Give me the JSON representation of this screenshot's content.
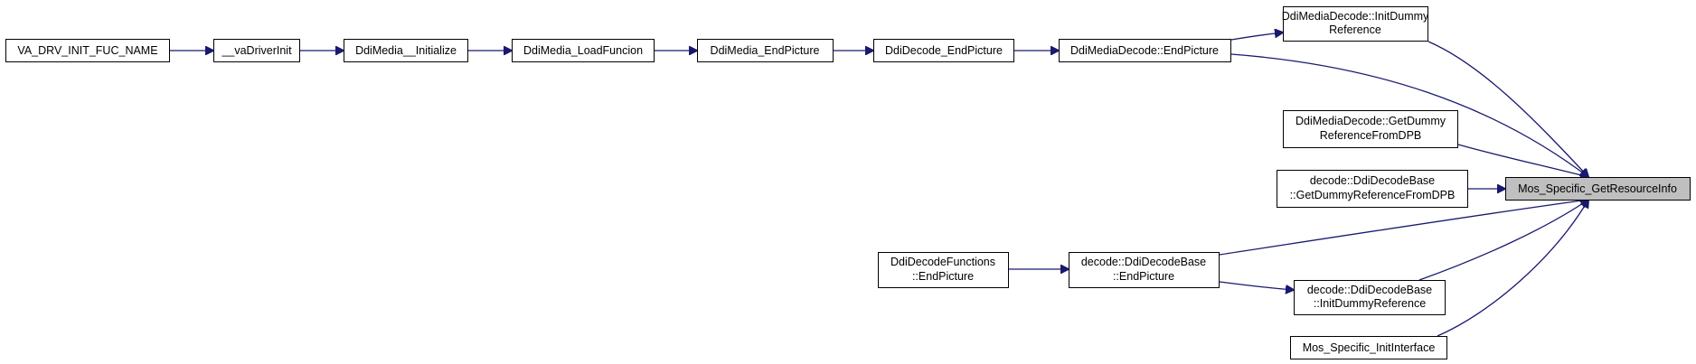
{
  "diagram": {
    "type": "call-graph",
    "colors": {
      "edge": "#191970",
      "node_border": "#000000",
      "node_fill": "#ffffff",
      "focus_fill": "#bfbfbf"
    },
    "nodes": {
      "va_drv_init": {
        "lines": [
          "VA_DRV_INIT_FUC_NAME"
        ]
      },
      "va_driver_init": {
        "lines": [
          "__vaDriverInit"
        ]
      },
      "ddimedia_initialize": {
        "lines": [
          "DdiMedia__Initialize"
        ]
      },
      "ddimedia_loadfuncion": {
        "lines": [
          "DdiMedia_LoadFuncion"
        ]
      },
      "ddimedia_endpicture": {
        "lines": [
          "DdiMedia_EndPicture"
        ]
      },
      "ddidecode_endpicture": {
        "lines": [
          "DdiDecode_EndPicture"
        ]
      },
      "ddimediadecode_endpicture": {
        "lines": [
          "DdiMediaDecode::EndPicture"
        ]
      },
      "ddimediadecode_initdummy": {
        "lines": [
          "DdiMediaDecode::InitDummy",
          "Reference"
        ]
      },
      "ddimediadecode_getdummy": {
        "lines": [
          "DdiMediaDecode::GetDummy",
          "ReferenceFromDPB"
        ]
      },
      "decodebase_getdummy": {
        "lines": [
          "decode::DdiDecodeBase",
          "::GetDummyReferenceFromDPB"
        ]
      },
      "ddidecodefunctions_endpicture": {
        "lines": [
          "DdiDecodeFunctions",
          "::EndPicture"
        ]
      },
      "decodebase_endpicture": {
        "lines": [
          "decode::DdiDecodeBase",
          "::EndPicture"
        ]
      },
      "decodebase_initdummy": {
        "lines": [
          "decode::DdiDecodeBase",
          "::InitDummyReference"
        ]
      },
      "mos_initinterface": {
        "lines": [
          "Mos_Specific_InitInterface"
        ]
      },
      "mos_getresourceinfo": {
        "lines": [
          "Mos_Specific_GetResourceInfo"
        ]
      }
    },
    "edges": [
      {
        "from": "va_drv_init",
        "to": "va_driver_init"
      },
      {
        "from": "va_driver_init",
        "to": "ddimedia_initialize"
      },
      {
        "from": "ddimedia_initialize",
        "to": "ddimedia_loadfuncion"
      },
      {
        "from": "ddimedia_loadfuncion",
        "to": "ddimedia_endpicture"
      },
      {
        "from": "ddimedia_endpicture",
        "to": "ddidecode_endpicture"
      },
      {
        "from": "ddidecode_endpicture",
        "to": "ddimediadecode_endpicture"
      },
      {
        "from": "ddimediadecode_endpicture",
        "to": "ddimediadecode_initdummy"
      },
      {
        "from": "ddimediadecode_initdummy",
        "to": "mos_getresourceinfo"
      },
      {
        "from": "ddimediadecode_endpicture",
        "to": "mos_getresourceinfo"
      },
      {
        "from": "ddimediadecode_getdummy",
        "to": "mos_getresourceinfo"
      },
      {
        "from": "decodebase_getdummy",
        "to": "mos_getresourceinfo"
      },
      {
        "from": "decodebase_endpicture",
        "to": "mos_getresourceinfo"
      },
      {
        "from": "decodebase_initdummy",
        "to": "mos_getresourceinfo"
      },
      {
        "from": "mos_initinterface",
        "to": "mos_getresourceinfo"
      },
      {
        "from": "ddidecodefunctions_endpicture",
        "to": "decodebase_endpicture"
      },
      {
        "from": "decodebase_endpicture",
        "to": "decodebase_initdummy"
      }
    ]
  }
}
